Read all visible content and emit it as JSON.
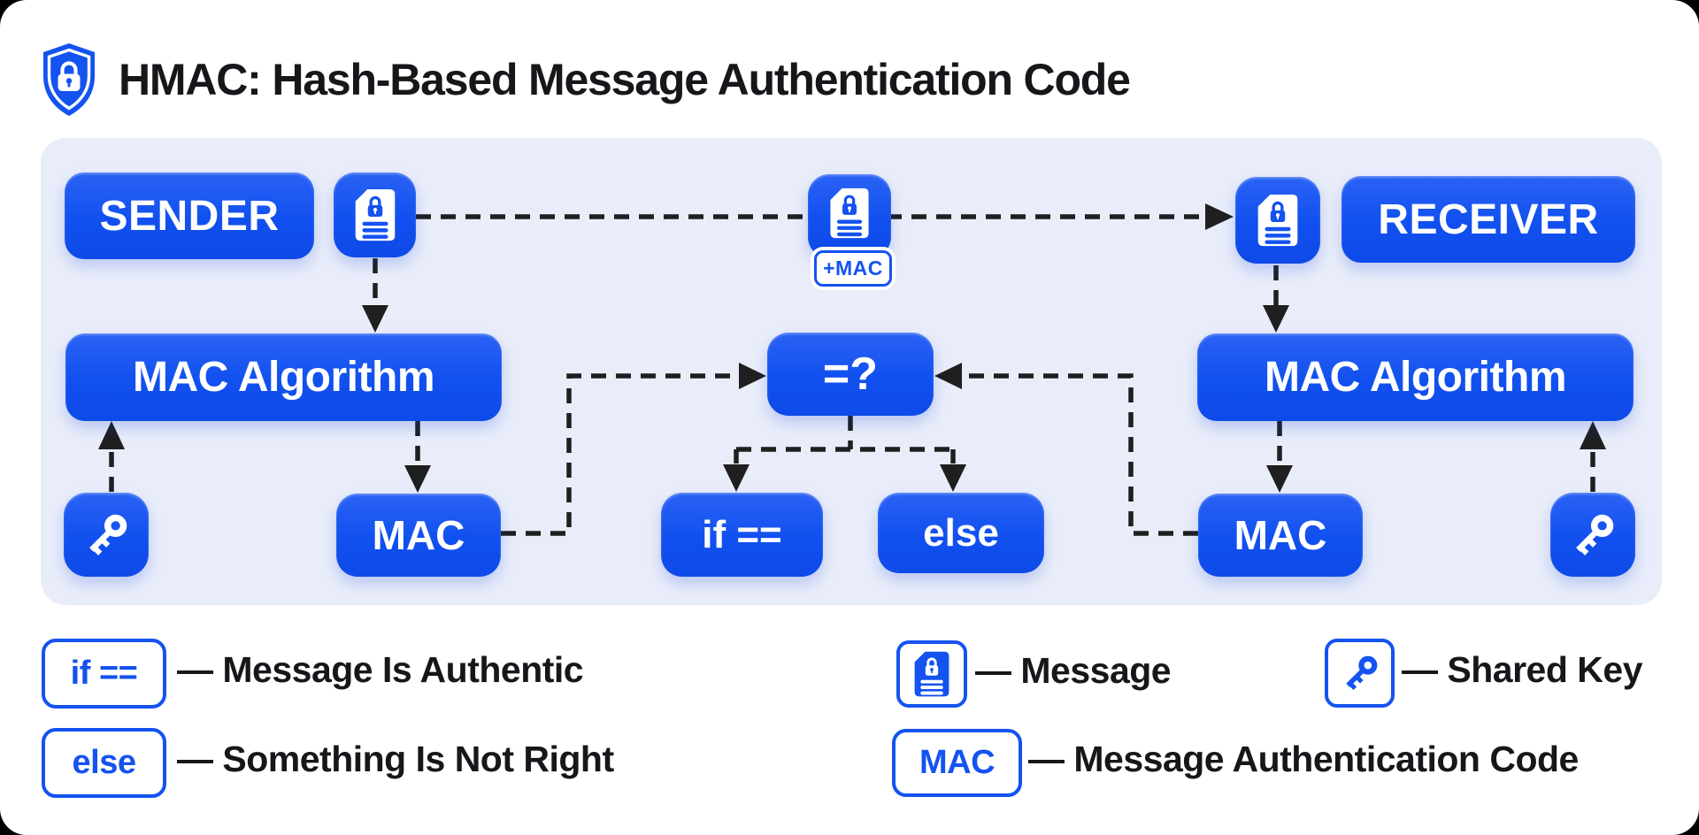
{
  "title": "HMAC: Hash-Based Message Authentication Code",
  "flow": {
    "sender": "SENDER",
    "receiver": "RECEIVER",
    "mac_algorithm_left": "MAC Algorithm",
    "mac_algorithm_right": "MAC Algorithm",
    "compare": "=?",
    "mac_left": "MAC",
    "mac_right": "MAC",
    "if_equal": "if ==",
    "else": "else",
    "plus_mac_badge": "+MAC"
  },
  "legend": {
    "if_equal_chip": "if ==",
    "if_equal_label": "— Message Is Authentic",
    "else_chip": "else",
    "else_label": "— Something Is Not Right",
    "message_label": "— Message",
    "shared_key_label": "— Shared Key",
    "mac_chip": "MAC",
    "mac_label": "— Message Authentication Code"
  },
  "icons": {
    "header": "shield-lock-icon",
    "document": "message-icon",
    "key": "shared-key-icon"
  },
  "colors": {
    "primary_blue": "#1453F0",
    "panel_background": "#E9EDFA",
    "connector_black": "#1F1F1F",
    "text_dark": "#17171B",
    "white": "#FFFFFF"
  }
}
